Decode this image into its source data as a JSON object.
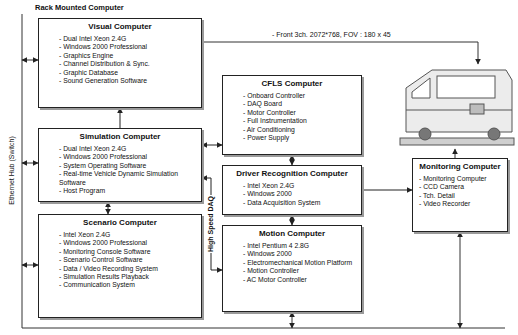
{
  "diagram": {
    "nodes": [
      {
        "text": [
          "Visual Computer",
          "- Dual Intel Xeon 2.4G",
          "- Windows 2000 Professional",
          "- Graphics Engine",
          "- Channel Distribution & Sync.",
          "- Graphic Database",
          "- Sound Generation Software"
        ]
      },
      {
        "text": [
          "Simulation Computer",
          "- Dual Intel Xeon 2.4G",
          "- Windows 2000 Professional",
          "- System Operating Software",
          "- Real-time Vehicle Dynamic Simulation Software",
          "- Host Program"
        ]
      },
      {
        "text": [
          "Scenario Computer",
          "- Intel Xeon 2.4G",
          "- Windows 2000 Professional",
          "- Monitoring Console Software",
          "- Scenario Control Software",
          "- Data / Video Recording System",
          "- Simulation Results Playback",
          "- Communication System"
        ]
      },
      {
        "text": [
          "CFLS Computer",
          "- Onboard Controller",
          "- DAQ Board",
          "- Motor Controller",
          "- Full Instrumentation",
          "- Air Conditioning",
          "- Power Supply"
        ]
      },
      {
        "text": [
          "Driver Recognition Computer",
          "- Intel Xeon 2.4G",
          "- Windows 2000",
          "- Data Acquisition System"
        ]
      },
      {
        "text": [
          "Motion Computer",
          "- Intel Pentium 4 2.8G",
          "- Windows 2000",
          "- Electromechanical Motion Platform",
          "- Motion Controller",
          "- AC Motor Controller"
        ]
      },
      {
        "text": [
          "Monitoring Computer",
          "- Monitoring Computer",
          "- CCD Camera",
          "- Tch. Detail",
          "- Video Recorder"
        ]
      }
    ],
    "edges": [
      {
        "from": 1,
        "to": 0,
        "arrow": "to"
      },
      {
        "from": 1,
        "to": 2,
        "arrow": "both"
      },
      {
        "from": 1,
        "to": 3,
        "arrow": "both"
      },
      {
        "from": 1,
        "to": 5,
        "label": "High Speed DAQ",
        "arrow": "both"
      },
      {
        "from": 3,
        "to": 4,
        "arrow": "both"
      },
      {
        "from": 4,
        "to": 5,
        "arrow": "both"
      },
      {
        "from": 4,
        "to": 6,
        "arrow": "to"
      }
    ],
    "labels": [
      "Rack Mounted Computer",
      "- Front 3ch. 2072*768, FOV : 180 x 45",
      "Ethernet Hub (Switch)"
    ]
  }
}
